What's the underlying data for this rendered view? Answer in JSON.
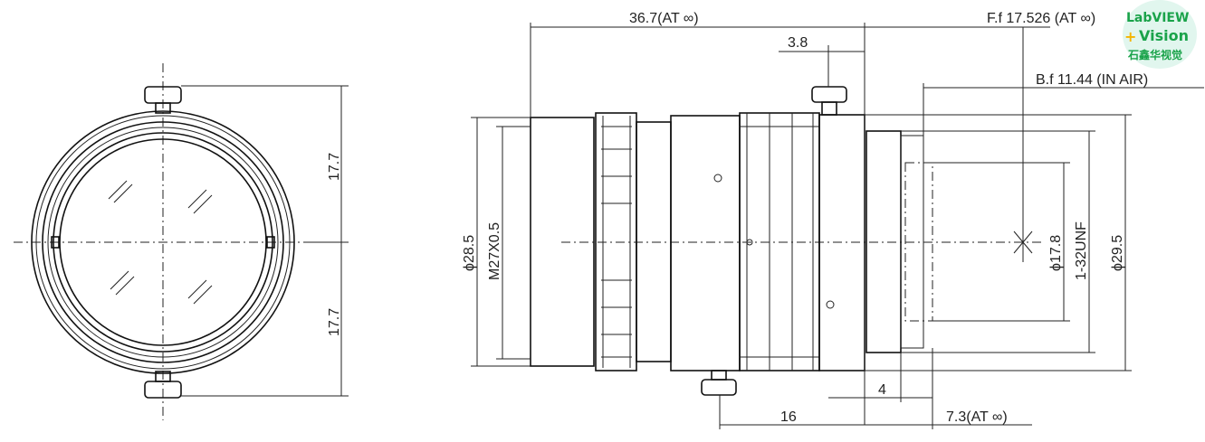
{
  "front_view": {
    "dim_upper": "17.7",
    "dim_lower": "17.7"
  },
  "side_view": {
    "overall_length": "36.7(AT ∞)",
    "dim_3_8": "3.8",
    "flange_focal": "F.f 17.526 (AT ∞)",
    "back_focal": "B.f  11.44 (IN AIR)",
    "dia_28_5": "ϕ28.5",
    "thread_front": "M27X0.5",
    "dia_17_8": "ϕ17.8",
    "thread_mount": "1-32UNF",
    "dia_29_5": "ϕ29.5",
    "dim_4": "4",
    "dim_16": "16",
    "dim_7_3": "7.3(AT ∞)"
  },
  "watermark": {
    "line1": "LabVIEW",
    "line2": "Vision",
    "line3": "石鑫华视觉",
    "color": "#1aa34a",
    "accent": "#f5b400"
  }
}
